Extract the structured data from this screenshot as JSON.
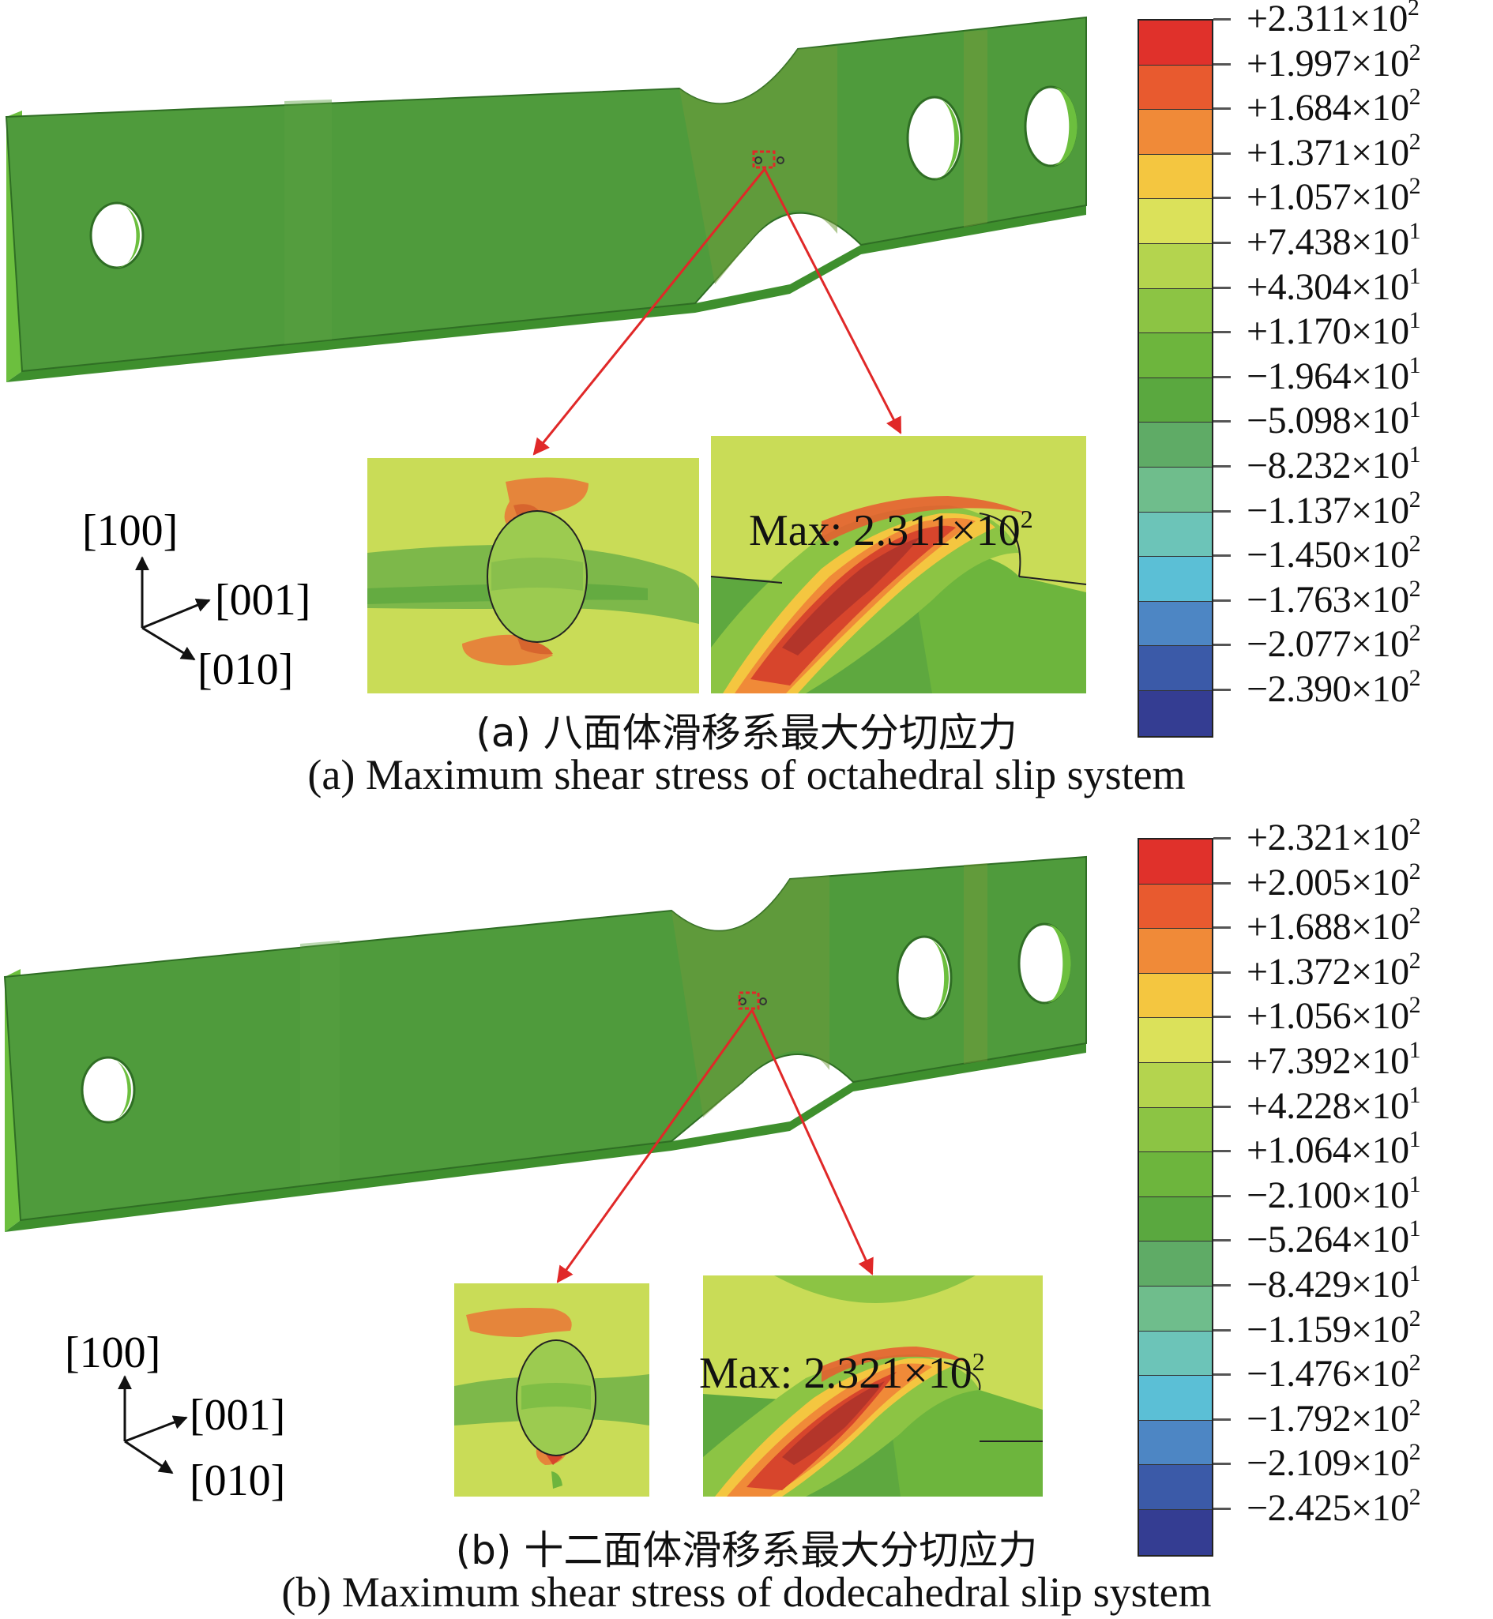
{
  "panels": [
    {
      "id": "a",
      "legend": [
        {
          "mantissa": "+2.311",
          "exp": "2",
          "color": "#e0312b"
        },
        {
          "mantissa": "+1.997",
          "exp": "2",
          "color": "#e85a2f"
        },
        {
          "mantissa": "+1.684",
          "exp": "2",
          "color": "#f08a38"
        },
        {
          "mantissa": "+1.371",
          "exp": "2",
          "color": "#f4c640"
        },
        {
          "mantissa": "+1.057",
          "exp": "2",
          "color": "#dbe15a"
        },
        {
          "mantissa": "+7.438",
          "exp": "1",
          "color": "#b4d44e"
        },
        {
          "mantissa": "+4.304",
          "exp": "1",
          "color": "#8cc444"
        },
        {
          "mantissa": "+1.170",
          "exp": "1",
          "color": "#6db53d"
        },
        {
          "mantissa": "−1.964",
          "exp": "1",
          "color": "#5aa83f"
        },
        {
          "mantissa": "−5.098",
          "exp": "1",
          "color": "#5fab66"
        },
        {
          "mantissa": "−8.232",
          "exp": "1",
          "color": "#6fbd8c"
        },
        {
          "mantissa": "−1.137",
          "exp": "2",
          "color": "#6cc4b8"
        },
        {
          "mantissa": "−1.450",
          "exp": "2",
          "color": "#5bbfd6"
        },
        {
          "mantissa": "−1.763",
          "exp": "2",
          "color": "#4d86c4"
        },
        {
          "mantissa": "−2.077",
          "exp": "2",
          "color": "#3b5aa8"
        },
        {
          "mantissa": "−2.390",
          "exp": "2",
          "color": "#343d92"
        }
      ],
      "axes": {
        "up": "[100]",
        "right": "[001]",
        "down": "[010]"
      },
      "max_label": "Max: 2.311×10",
      "max_exp": "2",
      "caption_cn": "(a) 八面体滑移系最大分切应力",
      "caption_en": "(a) Maximum shear stress of octahedral slip system"
    },
    {
      "id": "b",
      "legend": [
        {
          "mantissa": "+2.321",
          "exp": "2",
          "color": "#e0312b"
        },
        {
          "mantissa": "+2.005",
          "exp": "2",
          "color": "#e85a2f"
        },
        {
          "mantissa": "+1.688",
          "exp": "2",
          "color": "#f08a38"
        },
        {
          "mantissa": "+1.372",
          "exp": "2",
          "color": "#f4c640"
        },
        {
          "mantissa": "+1.056",
          "exp": "2",
          "color": "#dbe15a"
        },
        {
          "mantissa": "+7.392",
          "exp": "1",
          "color": "#b4d44e"
        },
        {
          "mantissa": "+4.228",
          "exp": "1",
          "color": "#8cc444"
        },
        {
          "mantissa": "+1.064",
          "exp": "1",
          "color": "#6db53d"
        },
        {
          "mantissa": "−2.100",
          "exp": "1",
          "color": "#5aa83f"
        },
        {
          "mantissa": "−5.264",
          "exp": "1",
          "color": "#5fab66"
        },
        {
          "mantissa": "−8.429",
          "exp": "1",
          "color": "#6fbd8c"
        },
        {
          "mantissa": "−1.159",
          "exp": "2",
          "color": "#6cc4b8"
        },
        {
          "mantissa": "−1.476",
          "exp": "2",
          "color": "#5bbfd6"
        },
        {
          "mantissa": "−1.792",
          "exp": "2",
          "color": "#4d86c4"
        },
        {
          "mantissa": "−2.109",
          "exp": "2",
          "color": "#3b5aa8"
        },
        {
          "mantissa": "−2.425",
          "exp": "2",
          "color": "#343d92"
        }
      ],
      "axes": {
        "up": "[100]",
        "right": "[001]",
        "down": "[010]"
      },
      "max_label": "Max: 2.321×10",
      "max_exp": "2",
      "caption_cn": "(b) 十二面体滑移系最大分切应力",
      "caption_en": "(b) Maximum shear stress of dodecahedral slip system"
    }
  ],
  "times_symbol": "×10"
}
